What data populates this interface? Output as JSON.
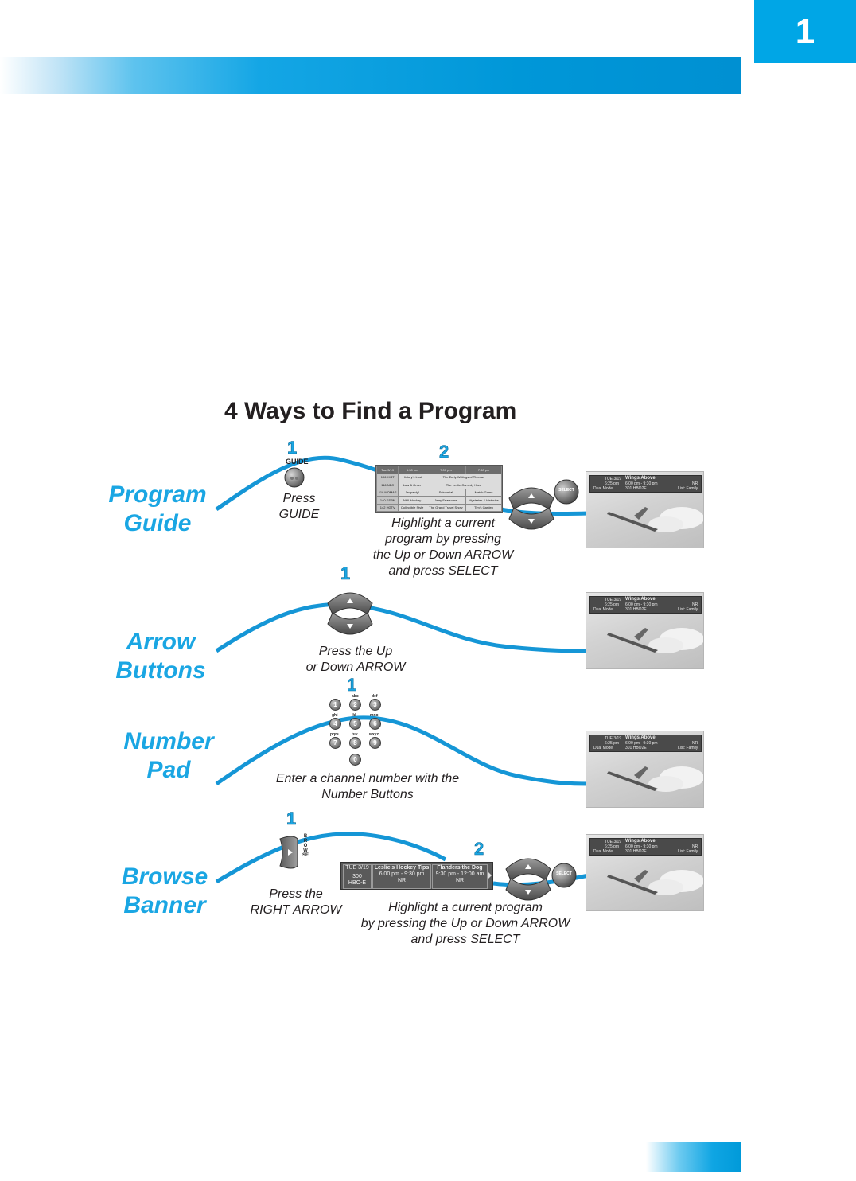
{
  "header": {
    "chapter_number": "1"
  },
  "title": "4 Ways to Find a Program",
  "colors": {
    "accent": "#1aa6e3",
    "bar_blue": "#0097d8",
    "curve": "#1596d6"
  },
  "program_guide": {
    "label_line1": "Program",
    "label_line2": "Guide",
    "step1_num": "1",
    "step1_button": "GUIDE",
    "step1_caption_line1": "Press",
    "step1_caption_line2": "GUIDE",
    "step2_num": "2",
    "step2_caption_line1": "Highlight a current",
    "step2_caption_line2": "program by pressing",
    "step2_caption_line3": "the Up or Down ARROW",
    "step2_caption_line4": "and press SELECT",
    "guide_grid": {
      "header": [
        "Tue 3/19",
        "6:30 pm",
        "7:00 pm",
        "7:30 pm"
      ],
      "rows": [
        [
          "106 HIST",
          "History's Lost",
          "The Early Writings of Thomas"
        ],
        [
          "116 NBC",
          "Law & Order",
          "The Leslie Comedy Hour"
        ],
        [
          "118 MOMAS",
          "Jeopardy!",
          "Seinomial",
          "Match Game"
        ],
        [
          "140 ESPN",
          "NHL Hockey",
          "Jerry Fearsome",
          "Mysteries & Histories"
        ],
        [
          "142 HGTV",
          "Collectible Style",
          "The Grand Travel Show",
          "Tim's Garden"
        ]
      ]
    },
    "select_label": "SELECT"
  },
  "arrow_buttons": {
    "label_line1": "Arrow",
    "label_line2": "Buttons",
    "step1_num": "1",
    "caption_line1": "Press the Up",
    "caption_line2": "or Down ARROW"
  },
  "number_pad": {
    "label_line1": "Number",
    "label_line2": "Pad",
    "step1_num": "1",
    "caption_line1": "Enter a channel number with the",
    "caption_line2": "Number Buttons",
    "keys": [
      "1",
      "2",
      "3",
      "4",
      "5",
      "6",
      "7",
      "8",
      "9",
      "0"
    ],
    "key_letters": [
      "abc",
      "def",
      "ghi",
      "jkl",
      "mno",
      "pqrs",
      "tuv",
      "wxyz"
    ]
  },
  "browse_banner": {
    "label_line1": "Browse",
    "label_line2": "Banner",
    "step1_num": "1",
    "browse_vertical": "BROWSE",
    "step1_caption_line1": "Press the",
    "step1_caption_line2": "RIGHT ARROW",
    "step2_num": "2",
    "step2_caption_line1": "Highlight a current program",
    "step2_caption_line2": "by pressing the Up or Down ARROW",
    "step2_caption_line3": "and press SELECT",
    "banner": {
      "date": "TUE 3/19",
      "channel_num": "300",
      "channel_name": "HBO-E",
      "prog1_title": "Leslie's Hockey Tips",
      "prog1_time": "6:00 pm - 9:30 pm",
      "prog1_rating": "NR",
      "prog2_title": "Flanders the Dog",
      "prog2_time": "9:30 pm - 12:00 am",
      "prog2_rating": "NR"
    },
    "select_label": "SELECT"
  },
  "tv_screen": {
    "date": "TUE 3/19",
    "time": "6:25 pm",
    "mode": "Dual Mode",
    "title": "Wings Above",
    "times": "6:00 pm - 9:30 pm",
    "channel": "301 HBO2E",
    "rating": "NR",
    "list": "List: Family"
  }
}
